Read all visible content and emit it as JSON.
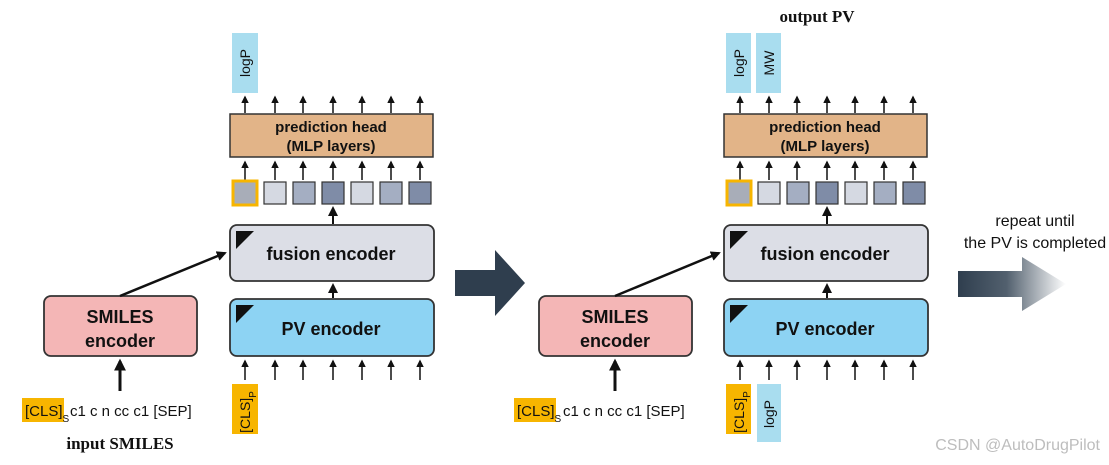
{
  "left_panel": {
    "prediction_head_line1": "prediction head",
    "prediction_head_line2": "(MLP layers)",
    "fusion_encoder": "fusion encoder",
    "pv_encoder": "PV encoder",
    "smiles_encoder_line1": "SMILES",
    "smiles_encoder_line2": "encoder",
    "output_token": "logP",
    "cls_s_base": "[CLS]",
    "cls_s_sub": "S",
    "smiles_tokens": "c1 c n cc c1 [SEP]",
    "cls_p_base": "[CLS]",
    "cls_p_sub": "P",
    "input_caption": "input SMILES"
  },
  "right_panel": {
    "output_caption": "output PV",
    "output_token_1": "logP",
    "output_token_2": "MW",
    "prediction_head_line1": "prediction head",
    "prediction_head_line2": "(MLP layers)",
    "fusion_encoder": "fusion encoder",
    "pv_encoder": "PV encoder",
    "smiles_encoder_line1": "SMILES",
    "smiles_encoder_line2": "encoder",
    "cls_s_base": "[CLS]",
    "cls_s_sub": "S",
    "smiles_tokens": "c1 c n cc c1 [SEP]",
    "cls_p_base": "[CLS]",
    "cls_p_sub": "P",
    "input_pv_token": "logP"
  },
  "repeat_text_line1": "repeat until",
  "repeat_text_line2": "the PV is completed",
  "watermark": "CSDN @AutoDrugPilot",
  "colors": {
    "prediction_head": "#E2B488",
    "fusion_encoder": "#DCDEE6",
    "pv_encoder": "#8DD3F3",
    "smiles_encoder": "#F4B6B6",
    "cls_highlight": "#F7B500",
    "pv_token": "#A9DDEF",
    "big_arrow": "#2F3E4E"
  }
}
